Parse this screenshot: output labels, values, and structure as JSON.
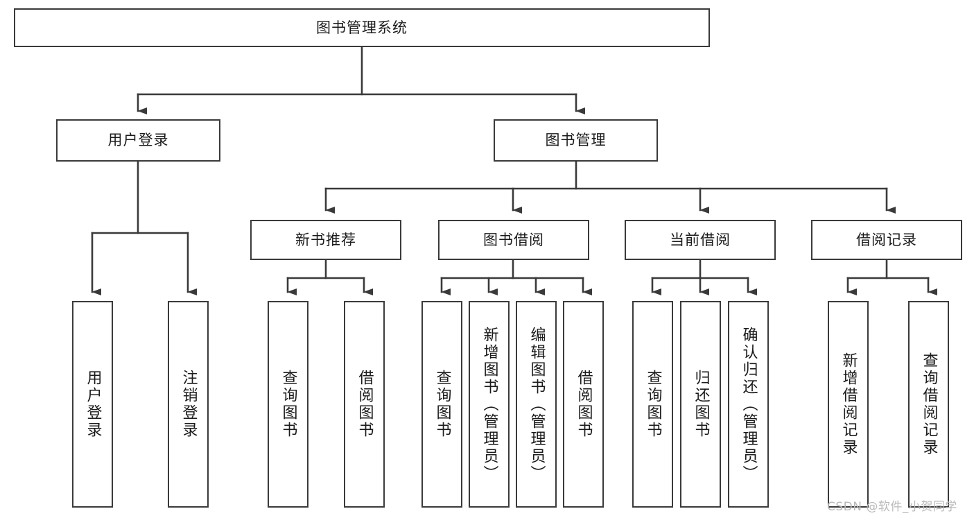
{
  "diagram": {
    "title": "图书管理系统",
    "type": "hierarchy-tree",
    "root": {
      "id": "root",
      "label": "图书管理系统"
    },
    "level2": [
      {
        "id": "user-login",
        "label": "用户登录"
      },
      {
        "id": "book-management",
        "label": "图书管理"
      }
    ],
    "level3": [
      {
        "id": "new-book-recommend",
        "label": "新书推荐",
        "parent": "book-management"
      },
      {
        "id": "book-borrow",
        "label": "图书借阅",
        "parent": "book-management"
      },
      {
        "id": "current-borrow",
        "label": "当前借阅",
        "parent": "book-management"
      },
      {
        "id": "borrow-record",
        "label": "借阅记录",
        "parent": "book-management"
      }
    ],
    "leaves": [
      {
        "id": "leaf-user-login",
        "label": "用户登录",
        "parent": "user-login"
      },
      {
        "id": "leaf-logout",
        "label": "注销登录",
        "parent": "user-login"
      },
      {
        "id": "leaf-query-book-1",
        "label": "查询图书",
        "parent": "new-book-recommend"
      },
      {
        "id": "leaf-borrow-book-1",
        "label": "借阅图书",
        "parent": "new-book-recommend"
      },
      {
        "id": "leaf-query-book-2",
        "label": "查询图书",
        "parent": "book-borrow"
      },
      {
        "id": "leaf-add-book",
        "label": "新增图书（管理员）",
        "parent": "book-borrow"
      },
      {
        "id": "leaf-edit-book",
        "label": "编辑图书（管理员）",
        "parent": "book-borrow"
      },
      {
        "id": "leaf-borrow-book-2",
        "label": "借阅图书",
        "parent": "book-borrow"
      },
      {
        "id": "leaf-query-book-3",
        "label": "查询图书",
        "parent": "current-borrow"
      },
      {
        "id": "leaf-return-book",
        "label": "归还图书",
        "parent": "current-borrow"
      },
      {
        "id": "leaf-confirm-return",
        "label": "确认归还（管理员）",
        "parent": "current-borrow"
      },
      {
        "id": "leaf-add-record",
        "label": "新增借阅记录",
        "parent": "borrow-record"
      },
      {
        "id": "leaf-query-record",
        "label": "查询借阅记录",
        "parent": "borrow-record"
      }
    ],
    "colors": {
      "border": "#3a3a3a",
      "fill": "#ffffff",
      "text": "#1b1b1b",
      "connector": "#3a3a3a",
      "watermark": "#b9b9b9"
    }
  },
  "watermark": {
    "text": "CSDN @软件_小贺同学"
  }
}
